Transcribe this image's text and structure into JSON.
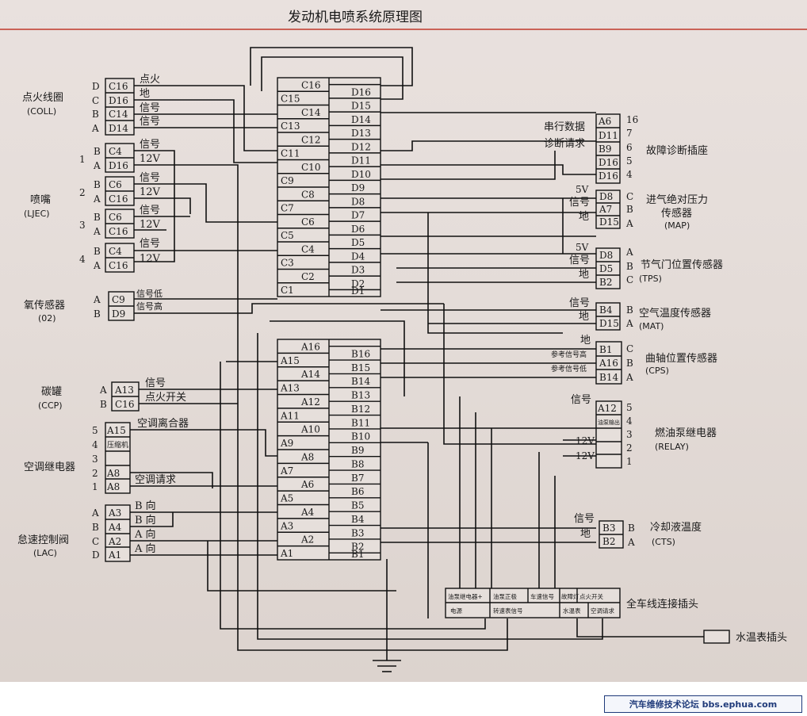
{
  "title": "发动机电喷系统原理图",
  "footer": "汽车维修技术论坛 bbs.ephua.com",
  "colors": {
    "paper": "#e6dfdb",
    "ink": "#111111",
    "redline": "#c0392b"
  },
  "left_components": [
    {
      "name": "点火线圈",
      "sub": "(COLL)",
      "pins": [
        {
          "letter": "D",
          "code": "C16",
          "sig": "点火"
        },
        {
          "letter": "C",
          "code": "D16",
          "sig": "地"
        },
        {
          "letter": "B",
          "code": "C14",
          "sig": "信号"
        },
        {
          "letter": "A",
          "code": "D14",
          "sig": "信号"
        }
      ]
    },
    {
      "name": "喷嘴",
      "sub": "(LJEC)",
      "pins": [
        {
          "num": "1",
          "letter": "B",
          "code": "C4",
          "sig": "信号"
        },
        {
          "letter": "A",
          "code": "D16",
          "sig": "12V"
        },
        {
          "num": "2",
          "letter": "B",
          "code": "C6",
          "sig": "信号"
        },
        {
          "letter": "A",
          "code": "C16",
          "sig": "12V"
        },
        {
          "num": "3",
          "letter": "B",
          "code": "C6",
          "sig": "信号"
        },
        {
          "letter": "A",
          "code": "C16",
          "sig": "12V"
        },
        {
          "num": "4",
          "letter": "B",
          "code": "C4",
          "sig": "信号"
        },
        {
          "letter": "A",
          "code": "C16",
          "sig": "12V"
        }
      ]
    },
    {
      "name": "氧传感器",
      "sub": "(02)",
      "pins": [
        {
          "letter": "A",
          "code": "C9",
          "sig": "信号低"
        },
        {
          "letter": "B",
          "code": "D9",
          "sig": "信号高"
        }
      ]
    },
    {
      "name": "碳罐",
      "sub": "(CCP)",
      "pins": [
        {
          "letter": "A",
          "code": "A13",
          "sig": "信号"
        },
        {
          "letter": "B",
          "code": "C16",
          "sig": "点火开关"
        }
      ]
    },
    {
      "name": "空调继电器",
      "pins": [
        {
          "num": "5",
          "code": "A15",
          "sig": "空调离合器"
        },
        {
          "num": "4",
          "code": "压缩机"
        },
        {
          "num": "3",
          "code": ""
        },
        {
          "num": "2",
          "code": "A8"
        },
        {
          "num": "1",
          "code": "A8",
          "sig": "空调请求"
        }
      ]
    },
    {
      "name": "怠速控制阀",
      "sub": "(LAC)",
      "pins": [
        {
          "letter": "A",
          "code": "A3",
          "sig": "B 向"
        },
        {
          "letter": "B",
          "code": "A4",
          "sig": "B 向"
        },
        {
          "letter": "C",
          "code": "A2",
          "sig": "A 向"
        },
        {
          "letter": "D",
          "code": "A1",
          "sig": "A 向"
        }
      ]
    }
  ],
  "ecu_cd": {
    "left": [
      "C16",
      "C15",
      "C14",
      "C13",
      "C12",
      "C11",
      "C10",
      "C9",
      "C8",
      "C7",
      "C6",
      "C5",
      "C4",
      "C3",
      "C2",
      "C1"
    ],
    "right": [
      "D16",
      "D15",
      "D14",
      "D13",
      "D12",
      "D11",
      "D10",
      "D9",
      "D8",
      "D7",
      "D6",
      "D5",
      "D4",
      "D3",
      "D2",
      "D1"
    ]
  },
  "ecu_ab": {
    "left": [
      "A16",
      "A15",
      "A14",
      "A13",
      "A12",
      "A11",
      "A10",
      "A9",
      "A8",
      "A7",
      "A6",
      "A5",
      "A4",
      "A3",
      "A2",
      "A1"
    ],
    "right": [
      "B16",
      "B15",
      "B14",
      "B13",
      "B12",
      "B11",
      "B10",
      "B9",
      "B8",
      "B7",
      "B6",
      "B5",
      "B4",
      "B3",
      "B2",
      "B1"
    ]
  },
  "right_components": [
    {
      "name": "故障诊断插座",
      "pins": [
        {
          "code": "A6",
          "num": "16",
          "sig": "串行数据"
        },
        {
          "code": "D11",
          "num": "7",
          "sig": "诊断请求"
        },
        {
          "code": "B9",
          "num": "6"
        },
        {
          "code": "D16",
          "num": "5"
        },
        {
          "code": "D16",
          "num": "4"
        }
      ]
    },
    {
      "name": "进气绝对压力",
      "name2": "传感器",
      "sub": "(MAP)",
      "pins": [
        {
          "sig": "5V",
          "code": "D8",
          "letter": "C"
        },
        {
          "sig": "信号",
          "code": "A7",
          "letter": "B"
        },
        {
          "sig": "地",
          "code": "D15",
          "letter": "A"
        }
      ]
    },
    {
      "name": "节气门位置传感器",
      "sub": "(TPS)",
      "pins": [
        {
          "sig": "5V",
          "code": "D8",
          "letter": "A"
        },
        {
          "sig": "信号",
          "code": "D5",
          "letter": "B"
        },
        {
          "sig": "地",
          "code": "B2",
          "letter": "C"
        }
      ]
    },
    {
      "name": "空气温度传感器",
      "sub": "(MAT)",
      "pins": [
        {
          "sig": "信号",
          "code": "B4",
          "letter": "B"
        },
        {
          "sig": "地",
          "code": "D15",
          "letter": "A"
        }
      ]
    },
    {
      "name": "曲轴位置传感器",
      "sub": "(CPS)",
      "pins": [
        {
          "sig": "地",
          "code": "B1",
          "letter": "C"
        },
        {
          "sig": "参考信号高",
          "code": "A16",
          "letter": "B"
        },
        {
          "sig": "参考信号低",
          "code": "B14",
          "letter": "A"
        }
      ]
    },
    {
      "name": "燃油泵继电器",
      "sub": "(RELAY)",
      "pins": [
        {
          "sig": "信号",
          "code": "A12",
          "num": "5"
        },
        {
          "code": "油泵输出",
          "num": "4"
        },
        {
          "code": "",
          "num": "3"
        },
        {
          "sig": "12V",
          "code": "",
          "num": "2"
        },
        {
          "sig": "12V",
          "code": "",
          "num": "1"
        }
      ]
    },
    {
      "name": "冷却液温度",
      "sub": "(CTS)",
      "pins": [
        {
          "sig": "信号",
          "code": "B3",
          "letter": "B"
        },
        {
          "sig": "地",
          "code": "B2",
          "letter": "A"
        }
      ]
    }
  ],
  "harness": {
    "label": "全车线连接插头",
    "top": [
      "油泵继电器+",
      "油泵正极",
      "车速信号",
      "故障灯",
      "点火开关"
    ],
    "bottom": [
      "电源",
      "转速表信号",
      "水温表",
      "空调请求"
    ]
  },
  "gauge": {
    "label": "水温表插头"
  }
}
